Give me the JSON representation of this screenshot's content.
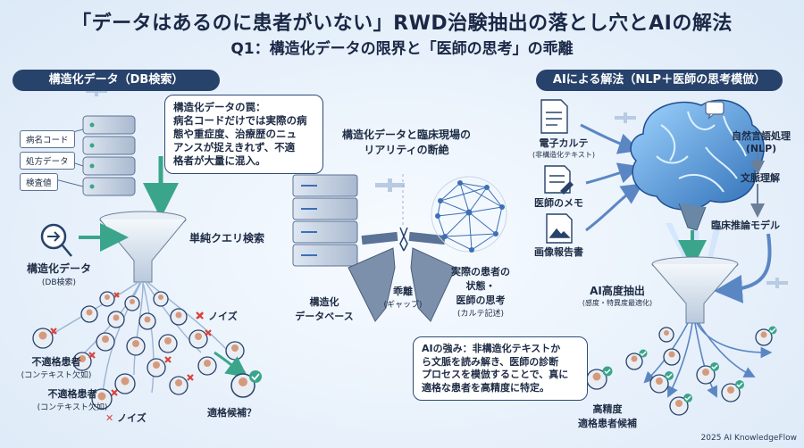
{
  "title": {
    "main": "「データはあるのに患者がいない」RWD治験抽出の落とし穴とAIの解法",
    "sub": "Q1：構造化データの限界と「医師の思考」の乖離"
  },
  "left": {
    "header": "構造化データ（DB検索）",
    "db_tags": [
      "病名コード",
      "処方データ",
      "検査値"
    ],
    "callout": [
      "構造化データの罠：",
      "病名コードだけでは実際の病",
      "態や重症度、治療歴のニュ",
      "アンスが捉えきれず、不適",
      "格者が大量に混入。"
    ],
    "query_label": "単純クエリ検索",
    "struct_label": [
      "構造化データ",
      "(DB検索)"
    ],
    "noise1": "ノイズ",
    "noise2": "ノイズ",
    "unfit1": [
      "不適格患者",
      "(コンテキスト欠如)"
    ],
    "unfit2": [
      "不適格患者",
      "(コンテキスト欠如)"
    ],
    "candidate": "適格候補？"
  },
  "middle": {
    "title": [
      "構造化データと臨床現場の",
      "リアリティの断絶"
    ],
    "db_label": [
      "構造化",
      "データベース"
    ],
    "gap_label": [
      "乖離",
      "(ギャップ)"
    ],
    "reality_label": [
      "実際の患者の",
      "状態・",
      "医師の思考",
      "(カルテ記述)"
    ]
  },
  "right": {
    "header": "AIによる解法（NLP＋医師の思考模倣）",
    "docs": [
      {
        "label": "電子カルテ",
        "sub": "(非構造化テキスト)"
      },
      {
        "label": "医師のメモ",
        "sub": ""
      },
      {
        "label": "画像報告書",
        "sub": ""
      }
    ],
    "nlp": [
      "自然言語処理",
      "(NLP)"
    ],
    "context": "文脈理解",
    "reasoning": "臨床推論モデル",
    "extract": "AI高度抽出",
    "extract_sub": "(感度・特異度最適化)",
    "callout": [
      "AIの強み：非構造化テキストか",
      "ら文脈を読み解き、医師の診断",
      "プロセスを模倣することで、真に",
      "適格な患者を高精度に特定。"
    ],
    "result": [
      "高精度",
      "適格患者候補"
    ]
  },
  "footer": "2025 AI KnowledgeFlow",
  "colors": {
    "navy": "#27426b",
    "teal": "#3aa58b",
    "red": "#d9433a",
    "blue": "#3c6fb4"
  }
}
